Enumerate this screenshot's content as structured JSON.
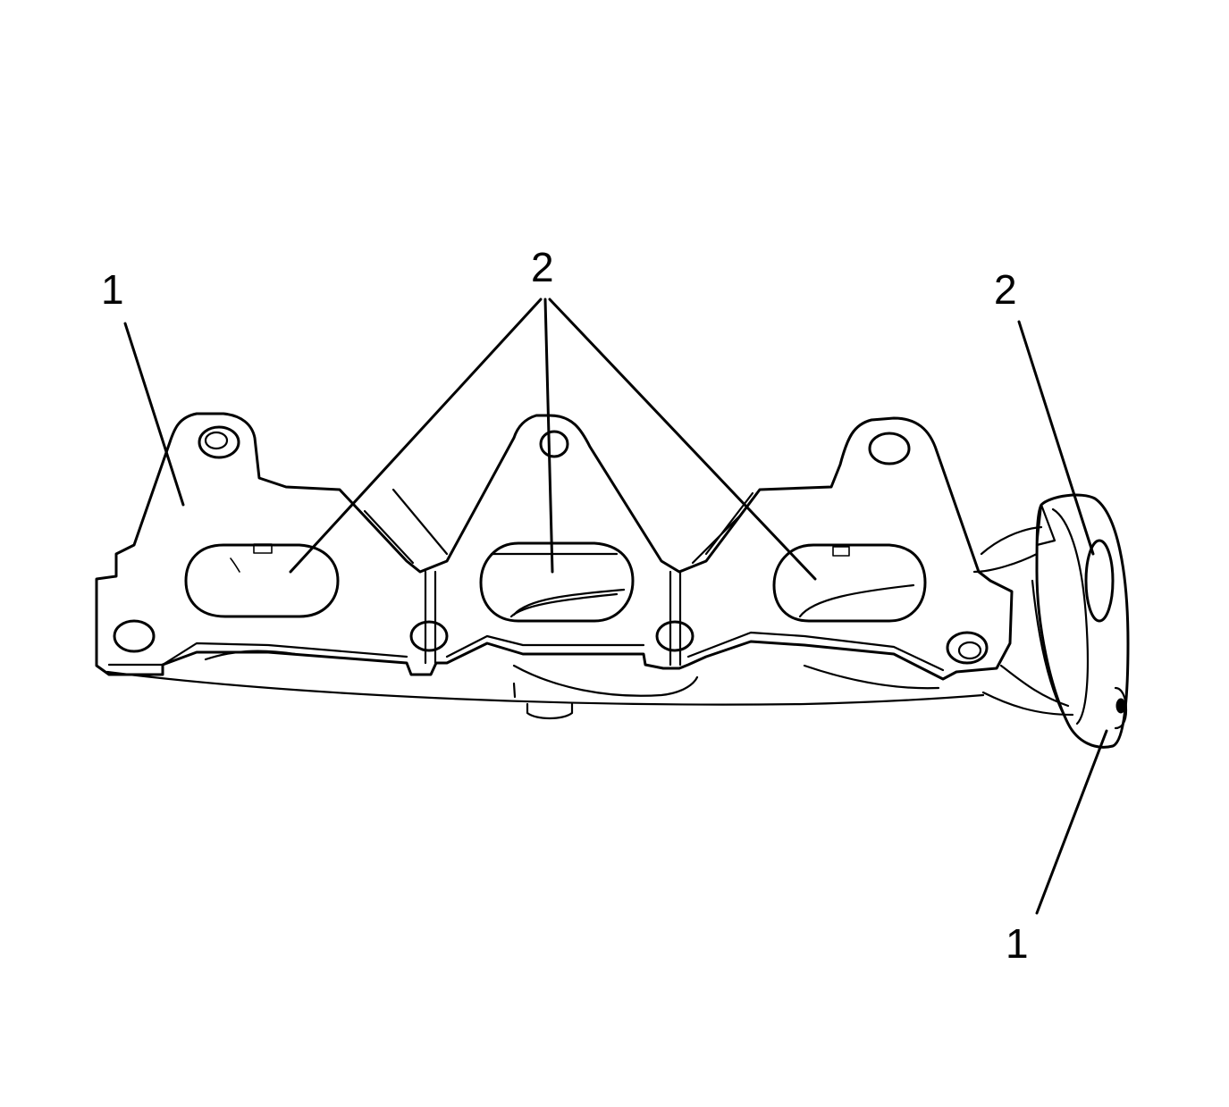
{
  "callouts": [
    {
      "id": "left-flange",
      "text": "1"
    },
    {
      "id": "top-gaskets",
      "text": "2"
    },
    {
      "id": "outlet-gasket",
      "text": "2"
    },
    {
      "id": "outlet-flange",
      "text": "1"
    }
  ],
  "colors": {
    "line": "#000000",
    "background": "#ffffff"
  }
}
